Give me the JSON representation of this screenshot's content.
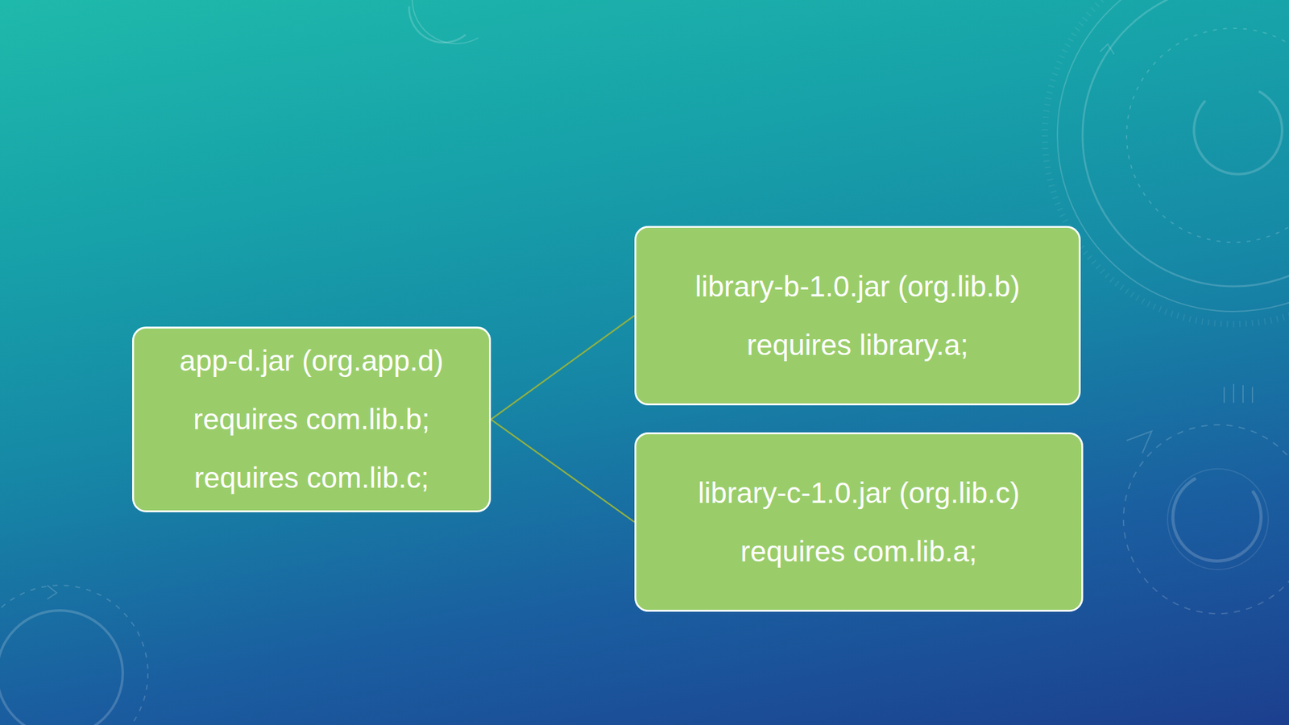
{
  "diagram": {
    "nodes": [
      {
        "text": [
          "app-d.jar (org.app.d)",
          "requires com.lib.b;",
          "requires com.lib.c;"
        ]
      },
      {
        "text": [
          "library-b-1.0.jar (org.lib.b)",
          "requires library.a;"
        ]
      },
      {
        "text": [
          "library-c-1.0.jar (org.lib.c)",
          "requires com.lib.a;"
        ]
      }
    ],
    "edges": [
      {
        "from": 0,
        "to": 1,
        "arrow": "none"
      },
      {
        "from": 0,
        "to": 2,
        "arrow": "none"
      }
    ]
  }
}
